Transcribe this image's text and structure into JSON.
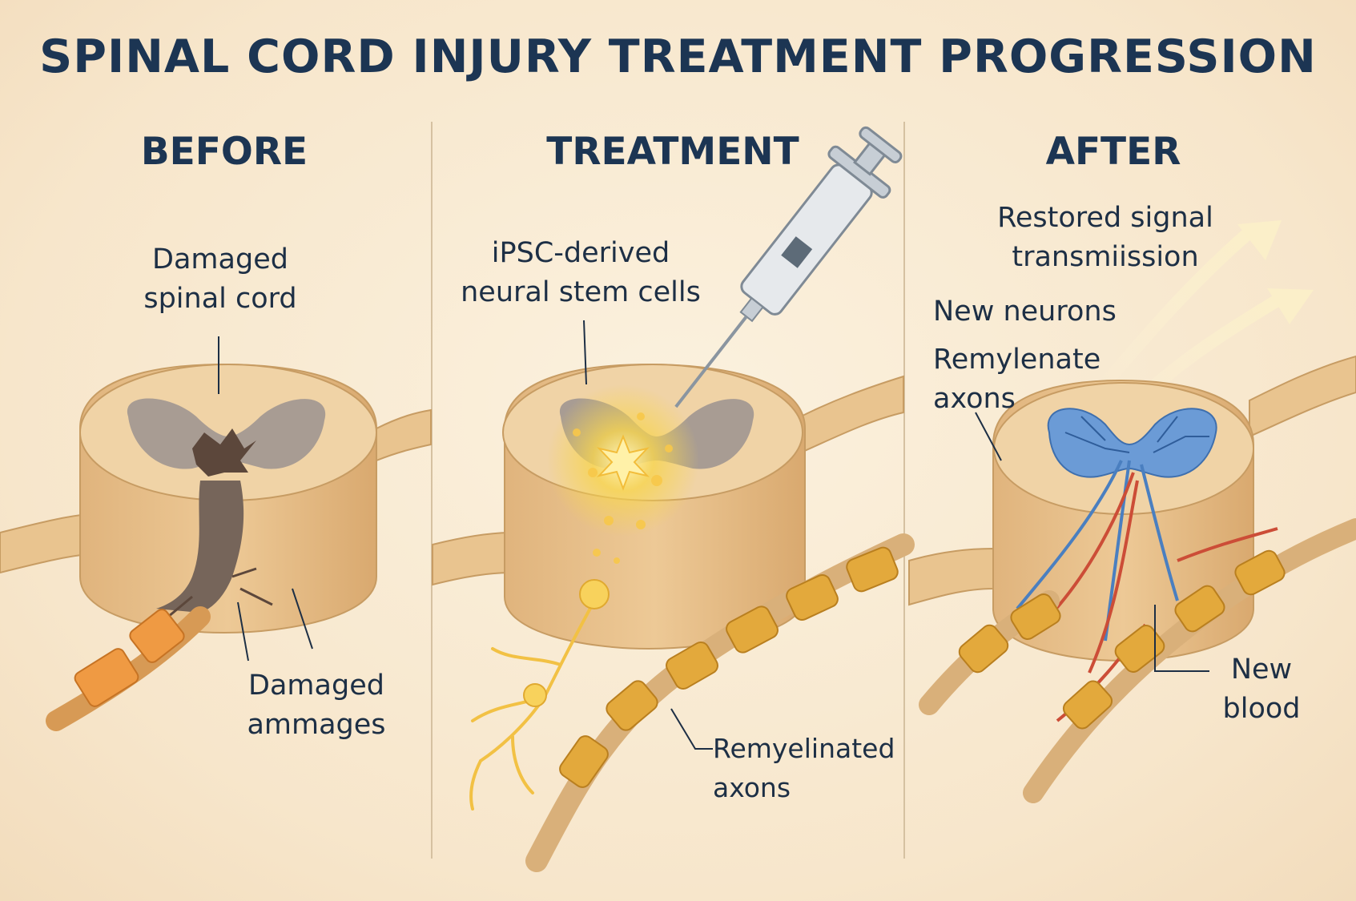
{
  "title": "SPINAL CORD INJURY TREATMENT PROGRESSION",
  "panels": [
    {
      "heading": "BEFORE",
      "labels": {
        "damaged_cord_1": "Damaged",
        "damaged_cord_2": "spinal cord",
        "damaged_ammages_1": "Damaged",
        "damaged_ammages_2": "ammages"
      }
    },
    {
      "heading": "TREATMENT",
      "labels": {
        "ipsc_1": "iPSC-derived",
        "ipsc_2": "neural stem cells",
        "remyelinated_1": "Remyelinated",
        "remyelinated_2": "axons"
      }
    },
    {
      "heading": "AFTER",
      "labels": {
        "restored_1": "Restored signal",
        "restored_2": "transmiission",
        "new_neurons": "New neurons",
        "remyelinate_1": "Remylenate",
        "remyelinate_2": "axons",
        "new_blood_1": "New",
        "new_blood_2": "blood"
      }
    }
  ],
  "colors": {
    "title": "#1c3553",
    "tissue": "#e8c393",
    "grey_matter": "#a79b94",
    "damage": "#5e4a3e",
    "stem_cells": "#f5c640",
    "myelin": "#e3a93c",
    "new_neurons": "#5a8fcf",
    "blood_vessels": "#cc4d37"
  }
}
